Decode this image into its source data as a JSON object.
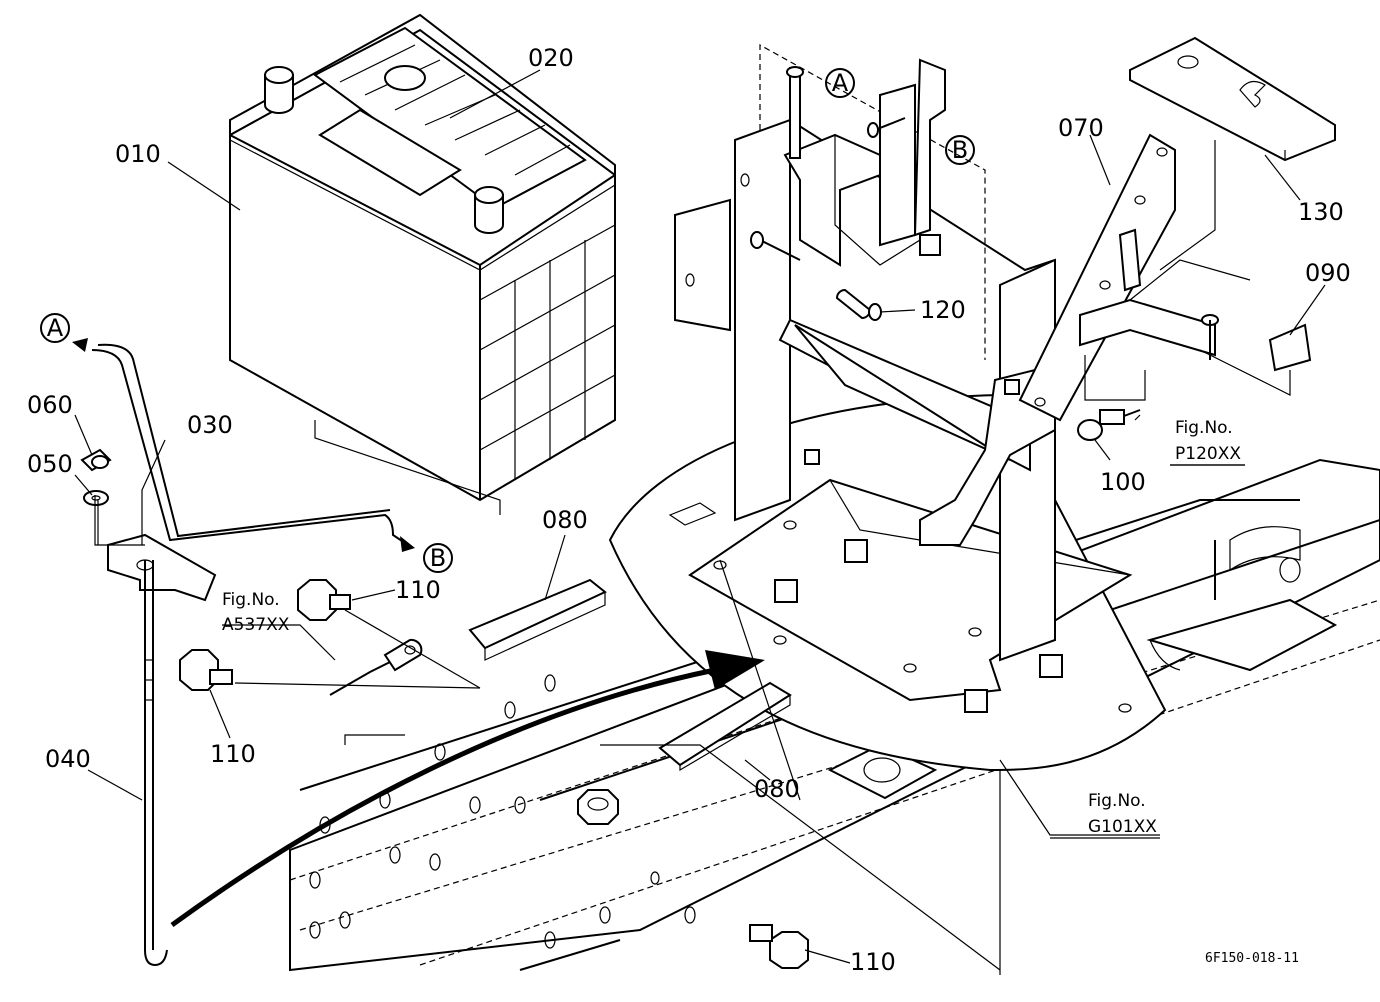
{
  "diagram": {
    "part_labels": [
      "010",
      "020",
      "030",
      "040",
      "050",
      "060",
      "070",
      "080",
      "080",
      "090",
      "100",
      "110",
      "110",
      "110",
      "120",
      "130"
    ],
    "callouts": [
      "A",
      "B",
      "A",
      "B"
    ],
    "figure_refs": [
      {
        "prefix": "Fig.No.",
        "code": "P120XX"
      },
      {
        "prefix": "Fig.No.",
        "code": "A537XX"
      },
      {
        "prefix": "Fig.No.",
        "code": "G101XX"
      }
    ],
    "drawing_code": "6F150-018-11"
  }
}
